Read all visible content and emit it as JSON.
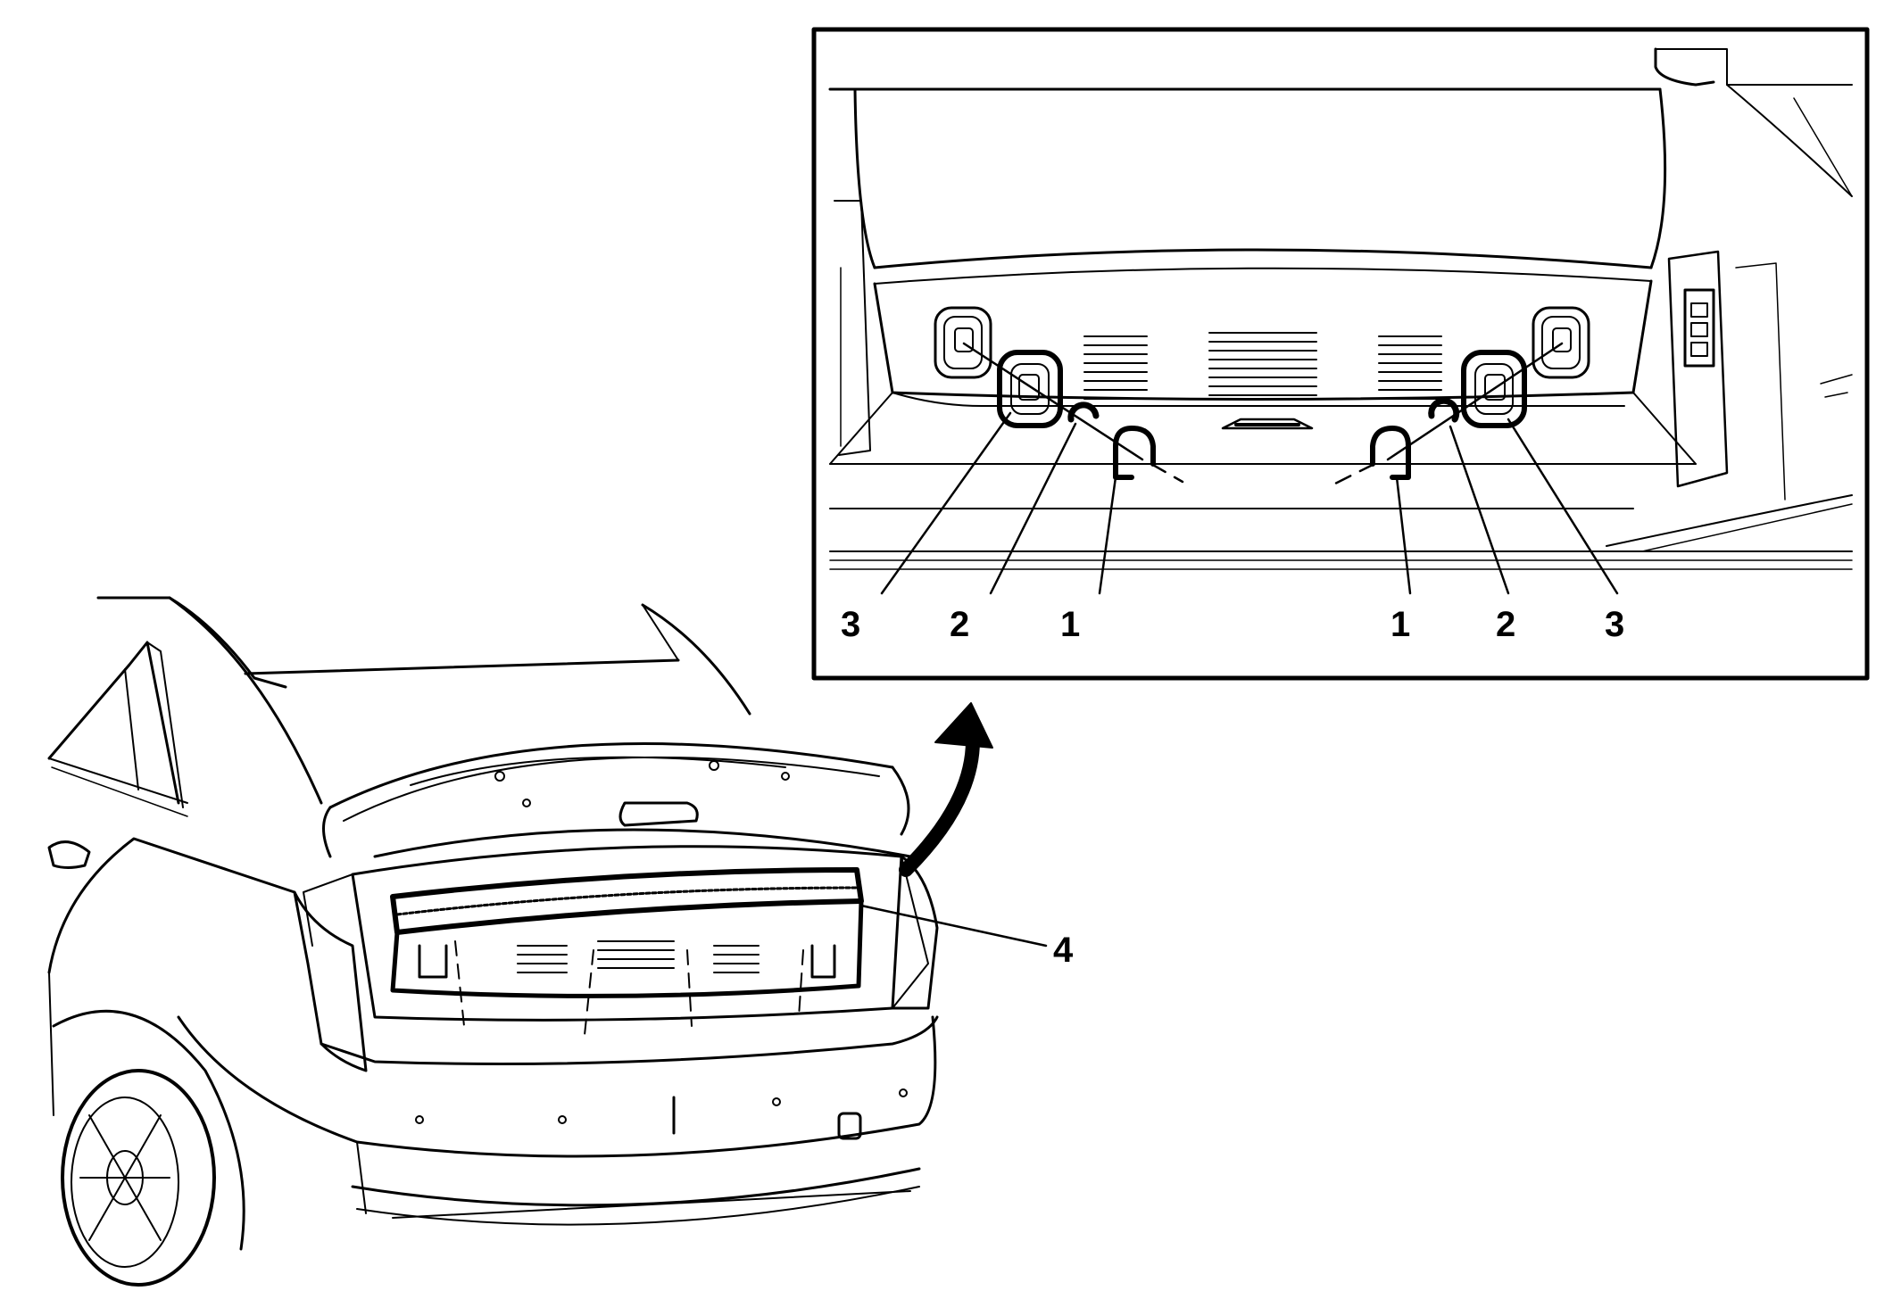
{
  "figure": {
    "callouts": {
      "detail_left_3": "3",
      "detail_left_2": "2",
      "detail_left_1": "1",
      "detail_right_1": "1",
      "detail_right_2": "2",
      "detail_right_3": "3",
      "main_4": "4"
    }
  }
}
